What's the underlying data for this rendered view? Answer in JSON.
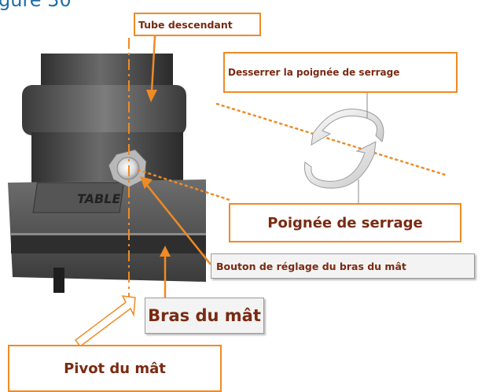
{
  "header_fragment": "gure 30",
  "labels": {
    "tube": "Tube descendant",
    "loosen": "Desserrer la poignée de serrage",
    "handle": "Poignée de serrage",
    "button": "Bouton de réglage du bras du mât",
    "arm": "Bras du mât",
    "pivot": "Pivot du mât",
    "table_plate": "TABLE"
  },
  "colors": {
    "accent": "#f08a24",
    "text": "#7a2a12",
    "metal": "#4a4a4a"
  }
}
